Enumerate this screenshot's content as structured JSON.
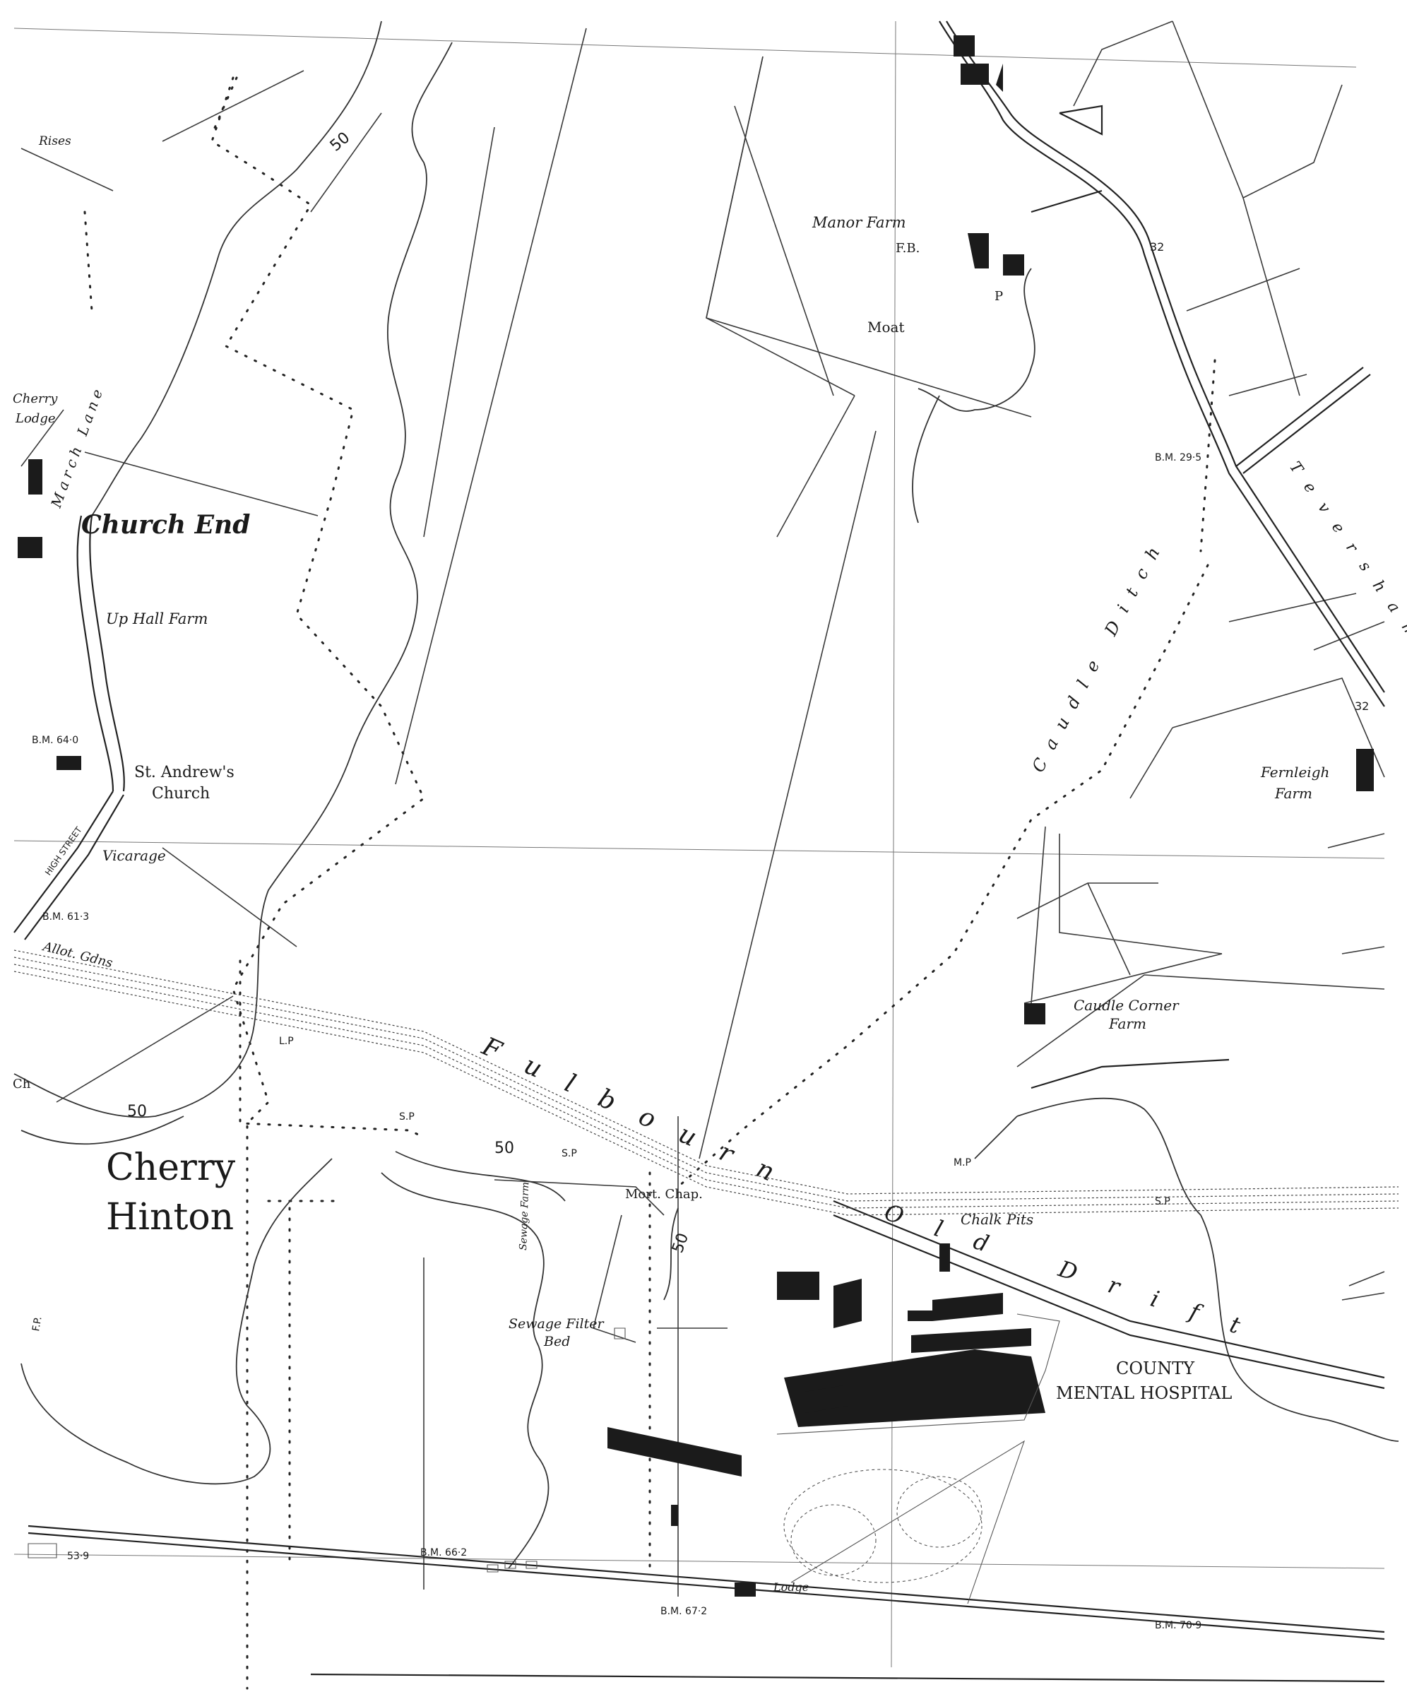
{
  "map": {
    "place_labels": {
      "church_end": "Church End",
      "cherry_hinton_line1": "Cherry",
      "cherry_hinton_line2": "Hinton",
      "county_line1": "COUNTY",
      "county_line2": "MENTAL HOSPITAL",
      "manor_farm": "Manor Farm",
      "moat": "Moat",
      "fb": "F.B.",
      "p": "P",
      "up_hall_farm": "Up Hall Farm",
      "st_andrews_line1": "St. Andrew's",
      "st_andrews_line2": "Church",
      "vicarage": "Vicarage",
      "allot_gdns": "Allot. Gdns",
      "cherry_lodge_line1": "Cherry",
      "cherry_lodge_line2": "Lodge",
      "march_lane": "March Lane",
      "high_street": "HIGH STREET",
      "caudle_ditch": "Caudle Ditch",
      "caudle_corner_line1": "Caudle Corner",
      "caudle_corner_line2": "Farm",
      "fernleigh_line1": "Fernleigh",
      "fernleigh_line2": "Farm",
      "fulbourn": "Fulbourn",
      "old_drift": "Old Drift",
      "chalk_pits": "Chalk Pits",
      "mort_chap": "Mort. Chap.",
      "sewage_filter_line1": "Sewage Filter",
      "sewage_filter_line2": "Bed",
      "sewage_farm": "Sewage Farm",
      "lodge": "Lodge",
      "rises": "Rises",
      "ch": "Ch",
      "fp": "F.P.",
      "mp": "M.P",
      "sp1": "S.P",
      "sp2": "S.P",
      "sp3": "S.P",
      "lp": "L.P",
      "teversham": "Teversham"
    },
    "contour_labels": {
      "c50_top": "50",
      "c50_left": "50",
      "c50_mid": "50",
      "c50_hosp": "50",
      "h32_top": "32",
      "h32_right": "32"
    },
    "benchmarks": {
      "bm_64": "B.M. 64·0",
      "bm_61": "B.M. 61·3",
      "bm_29": "B.M. 29·5",
      "bm_53": "53·9",
      "bm_66": "B.M. 66·2",
      "bm_67": "B.M. 67·2",
      "bm_70": "B.M. 70·9"
    }
  }
}
